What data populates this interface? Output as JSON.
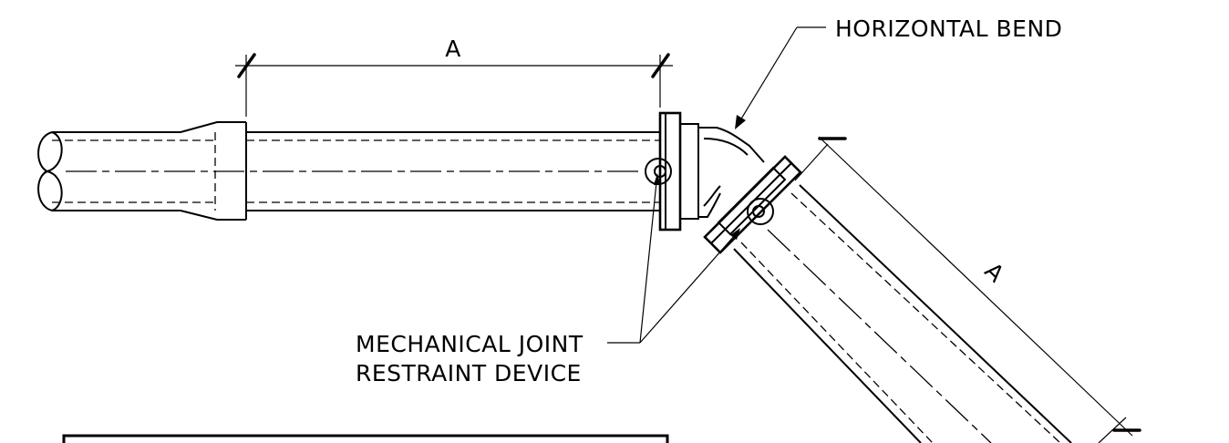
{
  "labels": {
    "dim_top": "A",
    "dim_diag": "A",
    "bend": "HORIZONTAL  BEND",
    "restraint_line1": "MECHANICAL  JOINT",
    "restraint_line2": "RESTRAINT  DEVICE"
  }
}
